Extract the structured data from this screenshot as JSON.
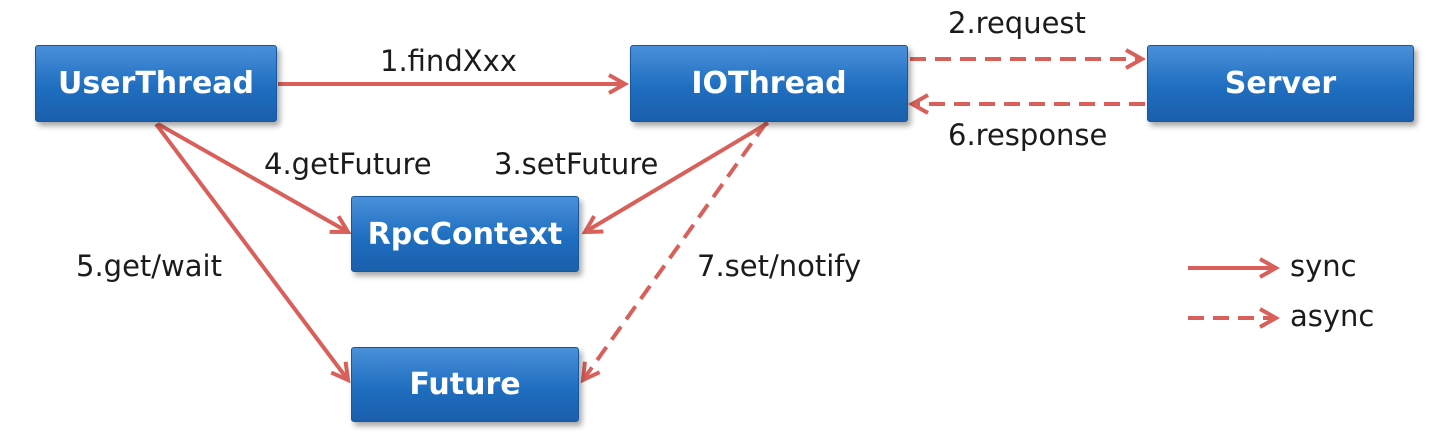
{
  "nodes": {
    "user_thread": "UserThread",
    "io_thread": "IOThread",
    "server": "Server",
    "rpc_context": "RpcContext",
    "future": "Future"
  },
  "edges": {
    "find": "1.findXxx",
    "request": "2.request",
    "set_future": "3.setFuture",
    "get_future": "4.getFuture",
    "get_wait": "5.get/wait",
    "response": "6.response",
    "set_notify": "7.set/notify"
  },
  "legend": {
    "sync": "sync",
    "async": "async"
  },
  "colors": {
    "box": "#1f6ec0",
    "arrow": "#d9605a"
  }
}
